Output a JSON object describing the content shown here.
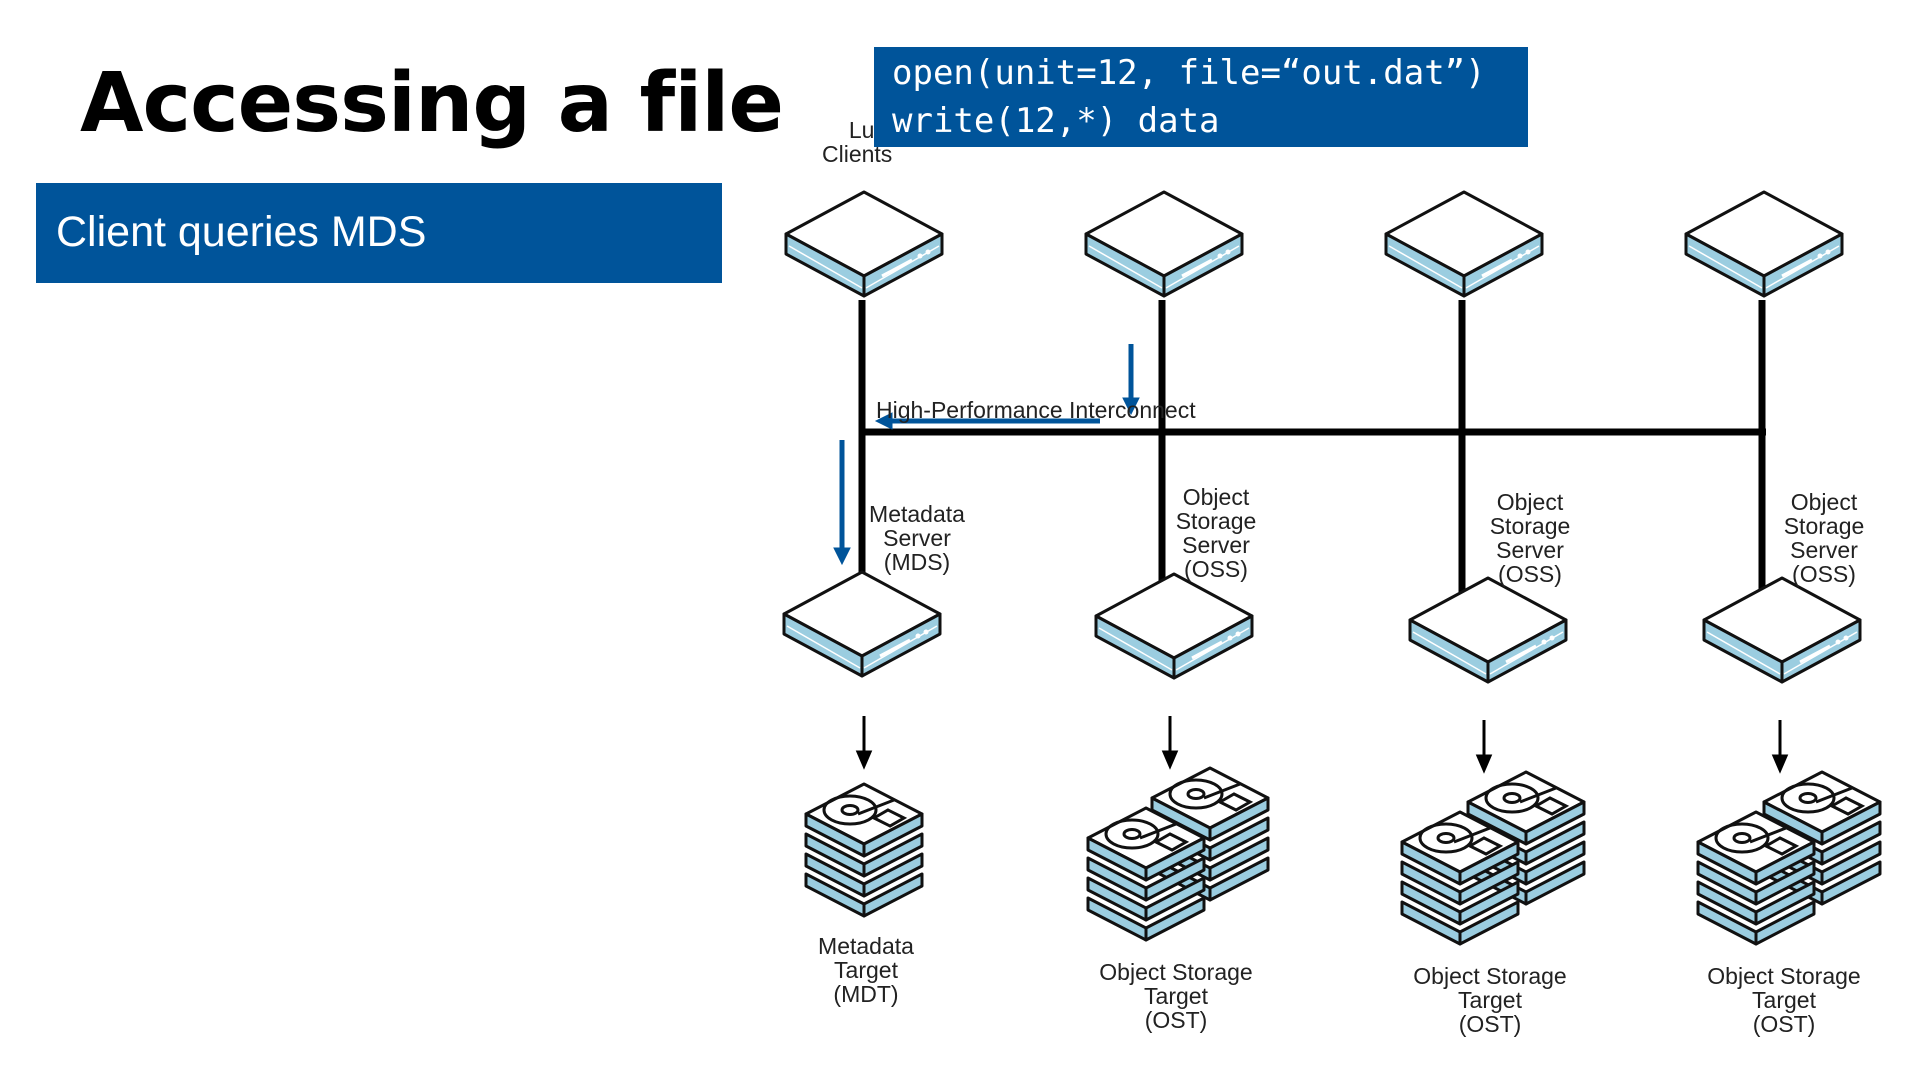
{
  "slide": {
    "title": "Accessing a file",
    "subtitle": "Client queries MDS"
  },
  "code": {
    "line1": "open(unit=12, file=“out.dat”)",
    "line2": "write(12,*) data"
  },
  "diagram": {
    "clients_label": [
      "Lust",
      "Clients"
    ],
    "interconnect_label": "High-Performance Interconnect",
    "mds_label": [
      "Metadata",
      "Server",
      "(MDS)"
    ],
    "oss_label": [
      "Object",
      "Storage",
      "Server",
      "(OSS)"
    ],
    "mdt_label": [
      "Metadata",
      "Target",
      "(MDT)"
    ],
    "ost_label": [
      "Object Storage",
      "Target",
      "(OST)"
    ]
  },
  "colors": {
    "accent": "#00549a",
    "device_stripe": "#9bcde0",
    "line": "#000000"
  }
}
